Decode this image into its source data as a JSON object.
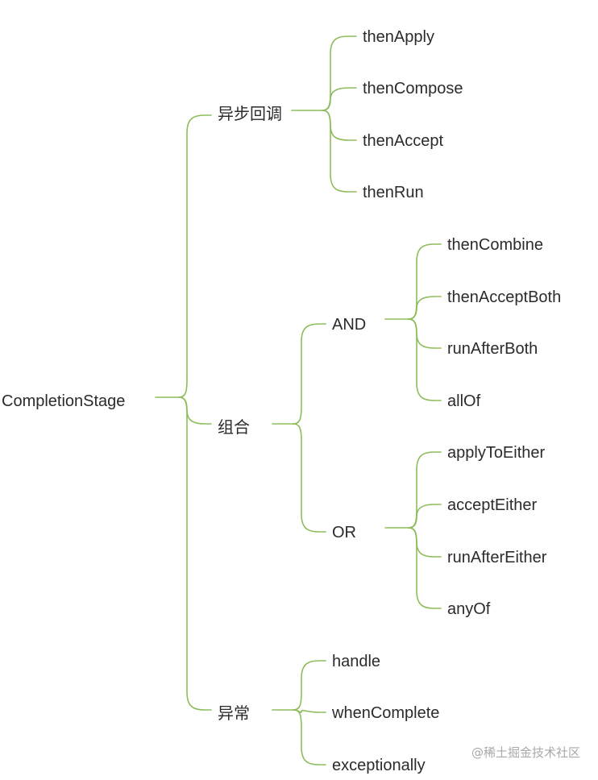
{
  "colors": {
    "branch": "#8dbd5a",
    "text": "#2b2b2b"
  },
  "mindmap": {
    "root": "CompletionStage",
    "groups": [
      {
        "label": "异步回调",
        "children": [
          "thenApply",
          "thenCompose",
          "thenAccept",
          "thenRun"
        ]
      },
      {
        "label": "组合",
        "subgroups": [
          {
            "label": "AND",
            "children": [
              "thenCombine",
              "thenAcceptBoth",
              "runAfterBoth",
              "allOf"
            ]
          },
          {
            "label": "OR",
            "children": [
              "applyToEither",
              "acceptEither",
              "runAfterEither",
              "anyOf"
            ]
          }
        ]
      },
      {
        "label": "异常",
        "children": [
          "handle",
          "whenComplete",
          "exceptionally"
        ]
      }
    ]
  },
  "watermark": "@稀土掘金技术社区"
}
